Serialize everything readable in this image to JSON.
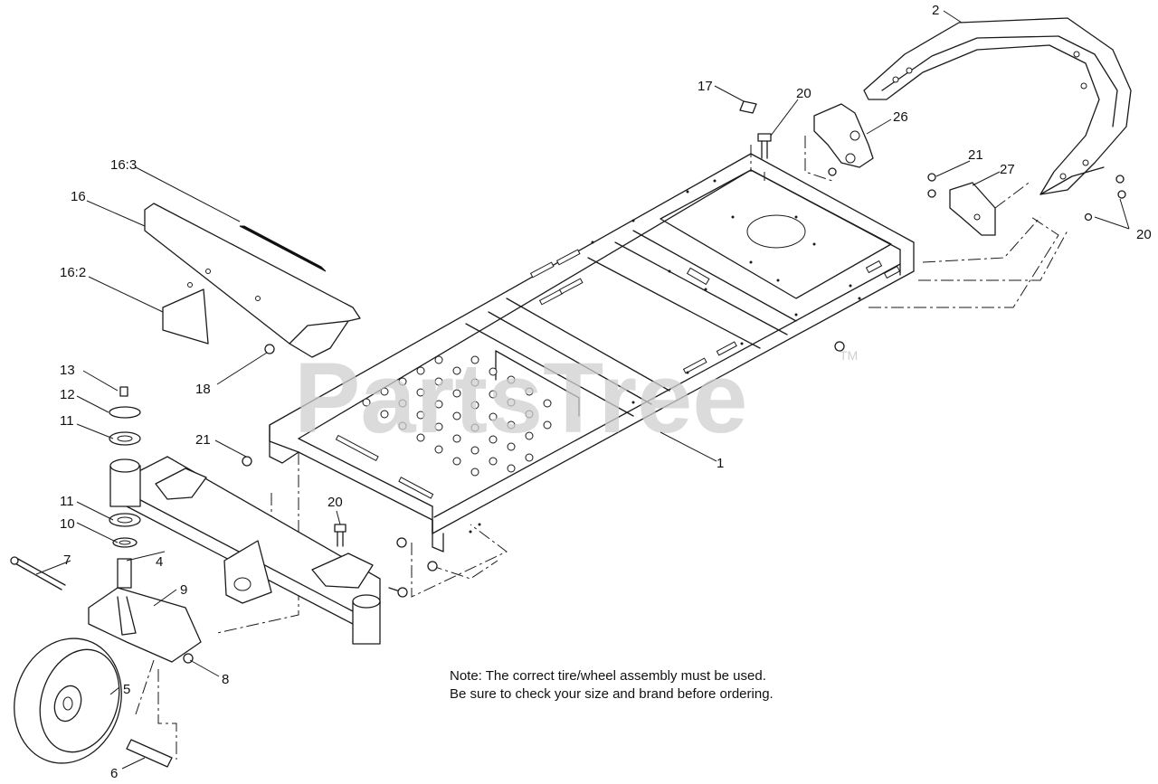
{
  "watermark": {
    "text": "PartsTree",
    "tm": "TM"
  },
  "callouts": {
    "c1": "1",
    "c2": "2",
    "c4": "4",
    "c5": "5",
    "c6": "6",
    "c7": "7",
    "c8": "8",
    "c9": "9",
    "c10": "10",
    "c11a": "11",
    "c11b": "11",
    "c12": "12",
    "c13": "13",
    "c16": "16",
    "c16_2": "16:2",
    "c16_3": "16:3",
    "c17": "17",
    "c18": "18",
    "c20a": "20",
    "c20b": "20",
    "c20c": "20",
    "c21a": "21",
    "c21b": "21",
    "c26": "26",
    "c27": "27"
  },
  "note": {
    "line1": "Note: The correct tire/wheel assembly must be used.",
    "line2": "Be sure to check your size and brand before ordering."
  }
}
